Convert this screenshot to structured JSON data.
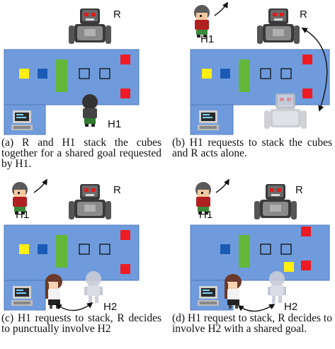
{
  "colors": {
    "table": "#6f9bdc",
    "table_edge": "#4f78b8",
    "red": "#ee1b24",
    "yellow": "#ffee11",
    "blue": "#1a5bb5",
    "green": "#63b83a",
    "arrow": "#111111"
  },
  "panels": [
    {
      "id": "a",
      "caption": "(a) R and H1 stack the cubes together for a shared goal requested by H1.",
      "robot_label": "R",
      "human_labels": [
        "H1"
      ]
    },
    {
      "id": "b",
      "caption": "(b) H1 requests to stack the cubes and R acts alone.",
      "robot_label": "R",
      "human_labels": [
        "H1"
      ]
    },
    {
      "id": "c",
      "caption": "(c) H1 requests to stack, R decides to punctually involve H2",
      "robot_label": "R",
      "human_labels": [
        "H1",
        "H2"
      ]
    },
    {
      "id": "d",
      "caption": "(d) H1 request to stack, R decides to involve H2 with a shared goal.",
      "robot_label": "R",
      "human_labels": [
        "H1",
        "H2"
      ]
    }
  ]
}
